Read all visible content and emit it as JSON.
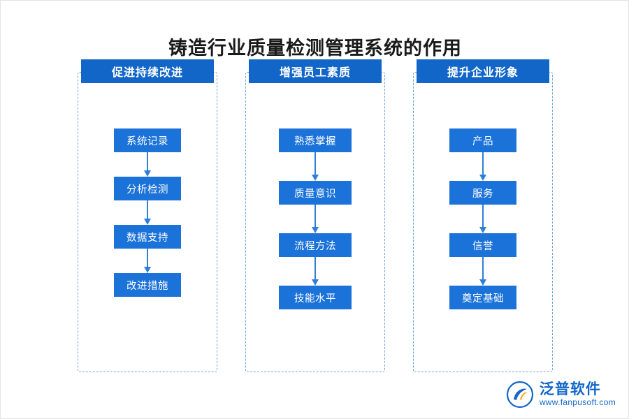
{
  "title": "铸造行业质量检测管理系统的作用",
  "colors": {
    "header_blue": "#1266c8",
    "node_blue": "#1b72d8",
    "dashed_border": "#6aa3e0",
    "arrow": "#2f7fd6",
    "title_text": "#1a1a1a"
  },
  "columns": [
    {
      "header": "促进持续改进",
      "nodes": [
        "系统记录",
        "分析检测",
        "数据支持",
        "改进措施"
      ]
    },
    {
      "header": "增强员工素质",
      "nodes": [
        "熟悉掌握",
        "质量意识",
        "流程方法",
        "技能水平"
      ]
    },
    {
      "header": "提升企业形象",
      "nodes": [
        "产品",
        "服务",
        "信誉",
        "奠定基础"
      ]
    }
  ],
  "logo": {
    "name": "泛普软件",
    "url": "www.fanpusoft.com"
  }
}
